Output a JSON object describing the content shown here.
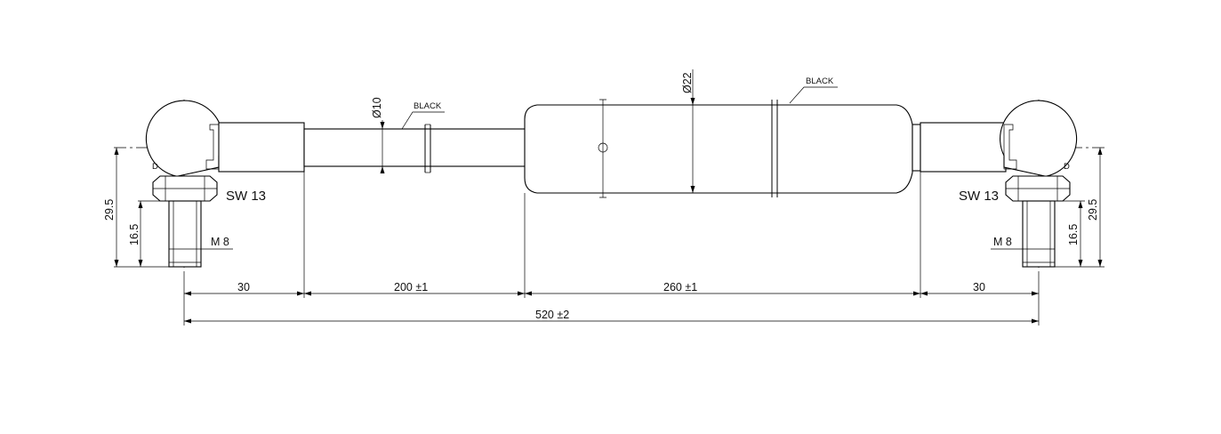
{
  "labels": {
    "sw_left": "SW 13",
    "sw_right": "SW 13",
    "thread_left": "M 8",
    "thread_right": "M 8",
    "rod_diameter": "Ø10",
    "tube_diameter": "Ø22",
    "rod_color": "BLACK",
    "tube_color": "BLACK",
    "end_left": "D",
    "end_right": "D"
  },
  "dimensions": {
    "height_left_total": "29.5",
    "height_left_thread": "16.5",
    "height_right_total": "29.5",
    "height_right_thread": "16.5",
    "seg_end_left": "30",
    "seg_rod": "200 ±1",
    "seg_tube": "260 ±1",
    "seg_end_right": "30",
    "total_length": "520 ±2"
  },
  "colors": {
    "line": "#000000",
    "background": "#ffffff"
  }
}
